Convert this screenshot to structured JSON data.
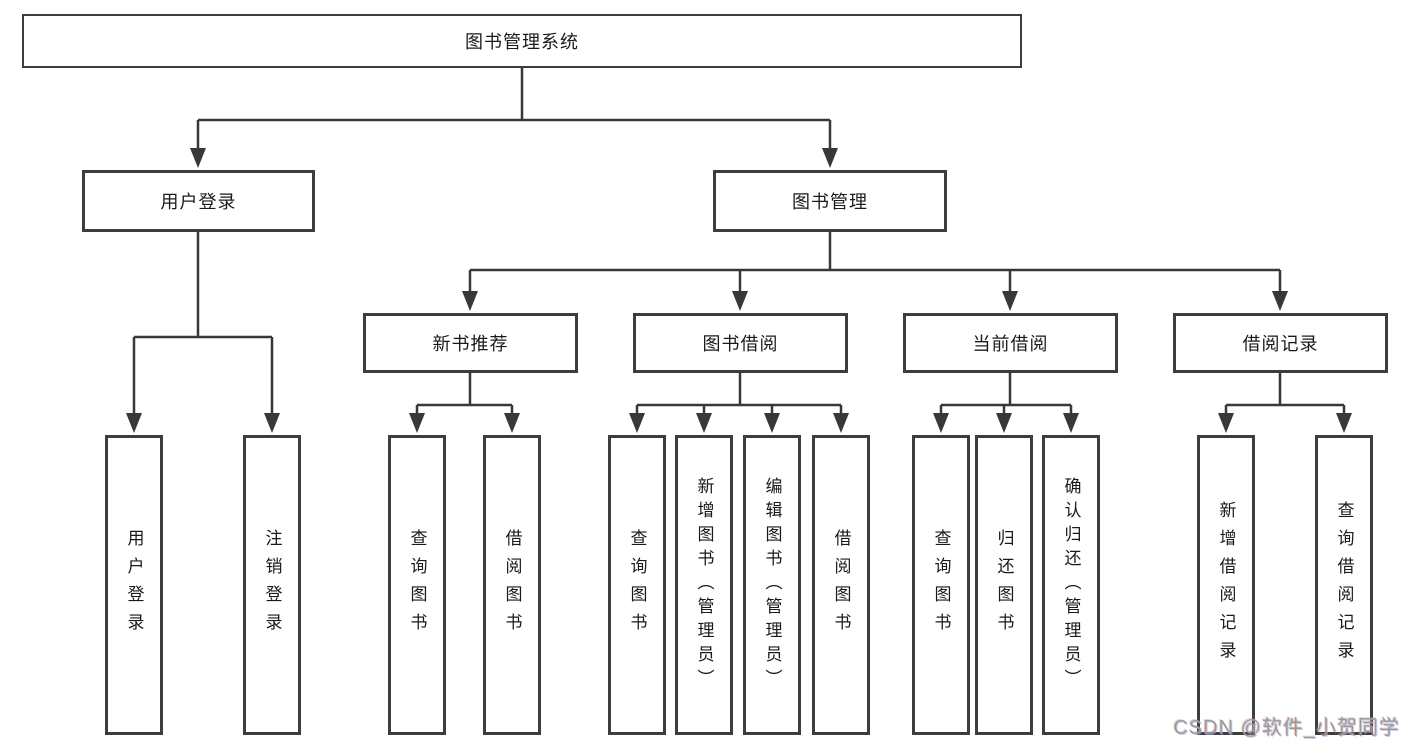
{
  "colors": {
    "line": "#383838",
    "box_border": "#3d3d3d",
    "box_fill": "#ffffff",
    "text": "#1a1a1a",
    "watermark": "#9a9a9a"
  },
  "nodes": {
    "root": {
      "label": "图书管理系统"
    },
    "level2": [
      {
        "label": "用户登录"
      },
      {
        "label": "图书管理"
      }
    ],
    "level3": [
      {
        "label": "新书推荐",
        "parent": "图书管理"
      },
      {
        "label": "图书借阅",
        "parent": "图书管理"
      },
      {
        "label": "当前借阅",
        "parent": "图书管理"
      },
      {
        "label": "借阅记录",
        "parent": "图书管理"
      }
    ],
    "leaves": [
      {
        "label": "用户登录",
        "parent": "用户登录"
      },
      {
        "label": "注销登录",
        "parent": "用户登录"
      },
      {
        "label": "查询图书",
        "parent": "新书推荐"
      },
      {
        "label": "借阅图书",
        "parent": "新书推荐"
      },
      {
        "label": "查询图书",
        "parent": "图书借阅"
      },
      {
        "label": "新增图书（管理员）",
        "parent": "图书借阅"
      },
      {
        "label": "编辑图书（管理员）",
        "parent": "图书借阅"
      },
      {
        "label": "借阅图书",
        "parent": "图书借阅"
      },
      {
        "label": "查询图书",
        "parent": "当前借阅"
      },
      {
        "label": "归还图书",
        "parent": "当前借阅"
      },
      {
        "label": "确认归还（管理员）",
        "parent": "当前借阅"
      },
      {
        "label": "新增借阅记录",
        "parent": "借阅记录"
      },
      {
        "label": "查询借阅记录",
        "parent": "借阅记录"
      }
    ]
  },
  "watermark": {
    "text": "CSDN @软件_小贺同学"
  }
}
